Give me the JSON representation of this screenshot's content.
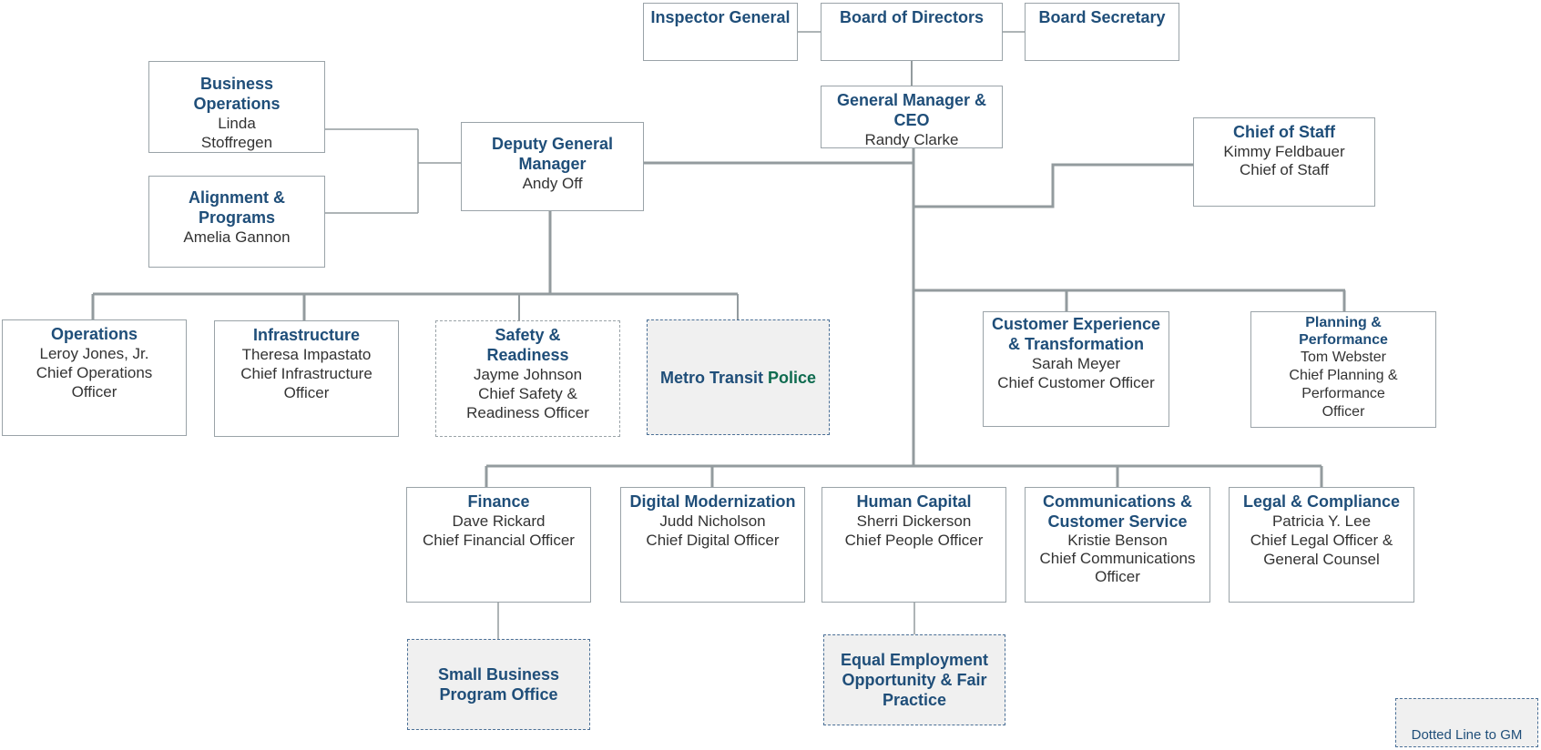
{
  "colors": {
    "title": "#1f4e79",
    "text": "#333333",
    "line": "#939b9e",
    "dashed_border": "#4a6f96",
    "dashed_fill": "#f0f0f0",
    "police_accent": "#0e6b4f"
  },
  "board": {
    "inspector_general": "Inspector General",
    "board_of_directors": "Board of Directors",
    "board_secretary": "Board Secretary"
  },
  "gm": {
    "title": "General Manager & CEO",
    "name": "Randy Clarke"
  },
  "chief_of_staff": {
    "title": "Chief of Staff",
    "name": "Kimmy Feldbauer",
    "role": "Chief of Staff"
  },
  "deputy_gm": {
    "title": "Deputy General Manager",
    "name": "Andy Off"
  },
  "business_operations": {
    "title": "Business Operations",
    "name": "Linda Stoffregen"
  },
  "alignment_programs": {
    "title": "Alignment & Programs",
    "name": "Amelia Gannon"
  },
  "operations": {
    "title": "Operations",
    "name": "Leroy Jones, Jr.",
    "role": "Chief Operations Officer"
  },
  "infrastructure": {
    "title": "Infrastructure",
    "name": "Theresa Impastato",
    "role": "Chief Infrastructure Officer"
  },
  "safety": {
    "title": "Safety & Readiness",
    "name": "Jayme Johnson",
    "role": "Chief Safety & Readiness Officer"
  },
  "police": {
    "title_main": "Metro Transit ",
    "title_accent": "Police"
  },
  "customer_experience": {
    "title": "Customer Experience & Transformation",
    "name": "Sarah Meyer",
    "role": "Chief Customer Officer"
  },
  "planning": {
    "title": "Planning & Performance",
    "name": "Tom Webster",
    "role": "Chief Planning & Performance Officer"
  },
  "finance": {
    "title": "Finance",
    "name": "Dave Rickard",
    "role": "Chief Financial Officer"
  },
  "digital": {
    "title": "Digital Modernization",
    "name": "Judd Nicholson",
    "role": "Chief Digital Officer"
  },
  "human_capital": {
    "title": "Human Capital",
    "name": "Sherri Dickerson",
    "role": "Chief People Officer"
  },
  "communications": {
    "title": "Communications & Customer Service",
    "name": "Kristie Benson",
    "role": "Chief Communications Officer"
  },
  "legal": {
    "title": "Legal & Compliance",
    "name": "Patricia Y. Lee",
    "role": "Chief Legal Officer & General Counsel"
  },
  "small_business": {
    "title": "Small Business Program Office"
  },
  "eeo": {
    "title": "Equal Employment Opportunity & Fair Practice"
  },
  "legend": {
    "label": "Dotted Line to GM"
  }
}
